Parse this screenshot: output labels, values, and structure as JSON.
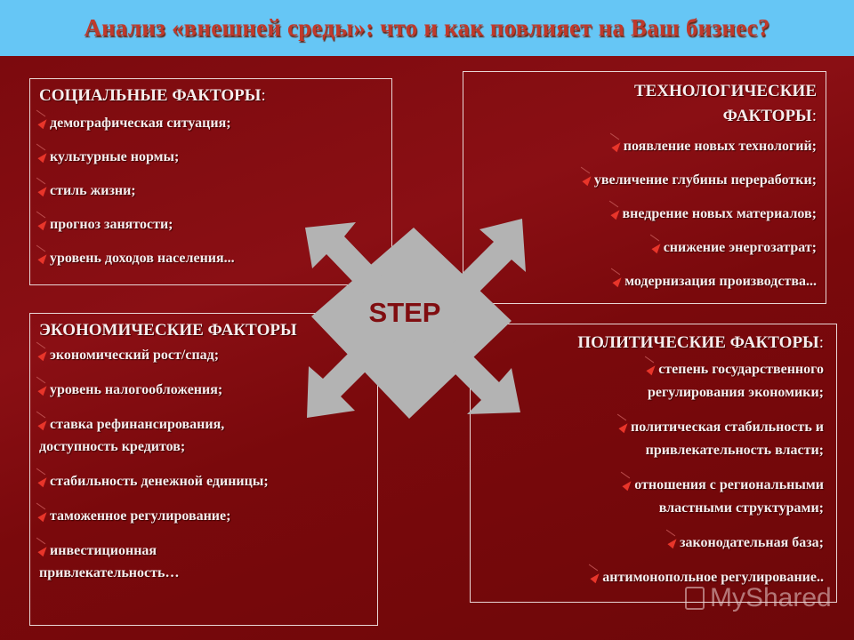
{
  "title": "Анализ «внешней среды»: что и как повлияет на Ваш бизнес?",
  "colors": {
    "title_bar_bg": "#66c6f5",
    "title_text": "#c0392b",
    "background": "#7a0a0e",
    "shape_gray": "#b3b3b3",
    "step_text": "#800d10",
    "bullet": "#e8352a",
    "box_border": "#e9d6d6"
  },
  "center": {
    "label": "STEP",
    "icon": "four-way-arrow-icon"
  },
  "social": {
    "heading": "СОЦИАЛЬНЫЕ ФАКТОРЫ",
    "colon": ":",
    "items": [
      "демографическая   ситуация;",
      "культурные нормы;",
      "стиль жизни;",
      "прогноз занятости;",
      "уровень доходов населения..."
    ]
  },
  "tech": {
    "heading_line1": "ТЕХНОЛОГИЧЕСКИЕ",
    "heading_line2": "ФАКТОРЫ",
    "colon": ":",
    "items": [
      "появление новых технологий;",
      "увеличение глубины переработки;",
      "внедрение новых материалов;",
      "снижение энергозатрат;",
      "модернизация производства..."
    ]
  },
  "econ": {
    "heading": "ЭКОНОМИЧЕСКИЕ ФАКТОРЫ",
    "items": [
      "экономический рост/спад;",
      "уровень налогообложения;",
      "ставка рефинансирования, доступность кредитов;",
      "стабильность денежной единицы;",
      "таможенное регулирование;",
      "инвестиционная привлекательность…"
    ]
  },
  "pol": {
    "heading": "ПОЛИТИЧЕСКИЕ ФАКТОРЫ",
    "colon": ":",
    "items": [
      "степень государственного регулирования экономики;",
      "политическая стабильность и привлекательность власти;",
      "отношения с региональными властными структурами;",
      "законодательная база;",
      "антимонопольное регулирование.."
    ]
  },
  "watermark": "MyShared"
}
